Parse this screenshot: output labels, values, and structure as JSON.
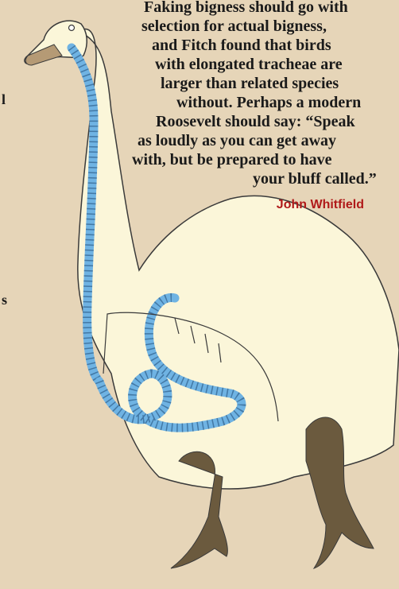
{
  "article": {
    "lines": [
      "Faking bigness should go with",
      "selection for actual bigness,",
      "and Fitch found that birds",
      "with elongated tracheae are",
      "larger than related species",
      "without. Perhaps a modern",
      "Roosevelt should say: “Speak",
      "as loudly as you can get away",
      "with, but be prepared to have",
      "your bluff called.”"
    ],
    "byline": "John Whitfield"
  },
  "margin_fragments": [
    "l",
    "s"
  ],
  "colors": {
    "background": "#e6d5b8",
    "bird_body": "#fbf6d9",
    "trachea": "#6fb3e3",
    "feet": "#6b5a3e",
    "byline": "#b01a1a"
  }
}
